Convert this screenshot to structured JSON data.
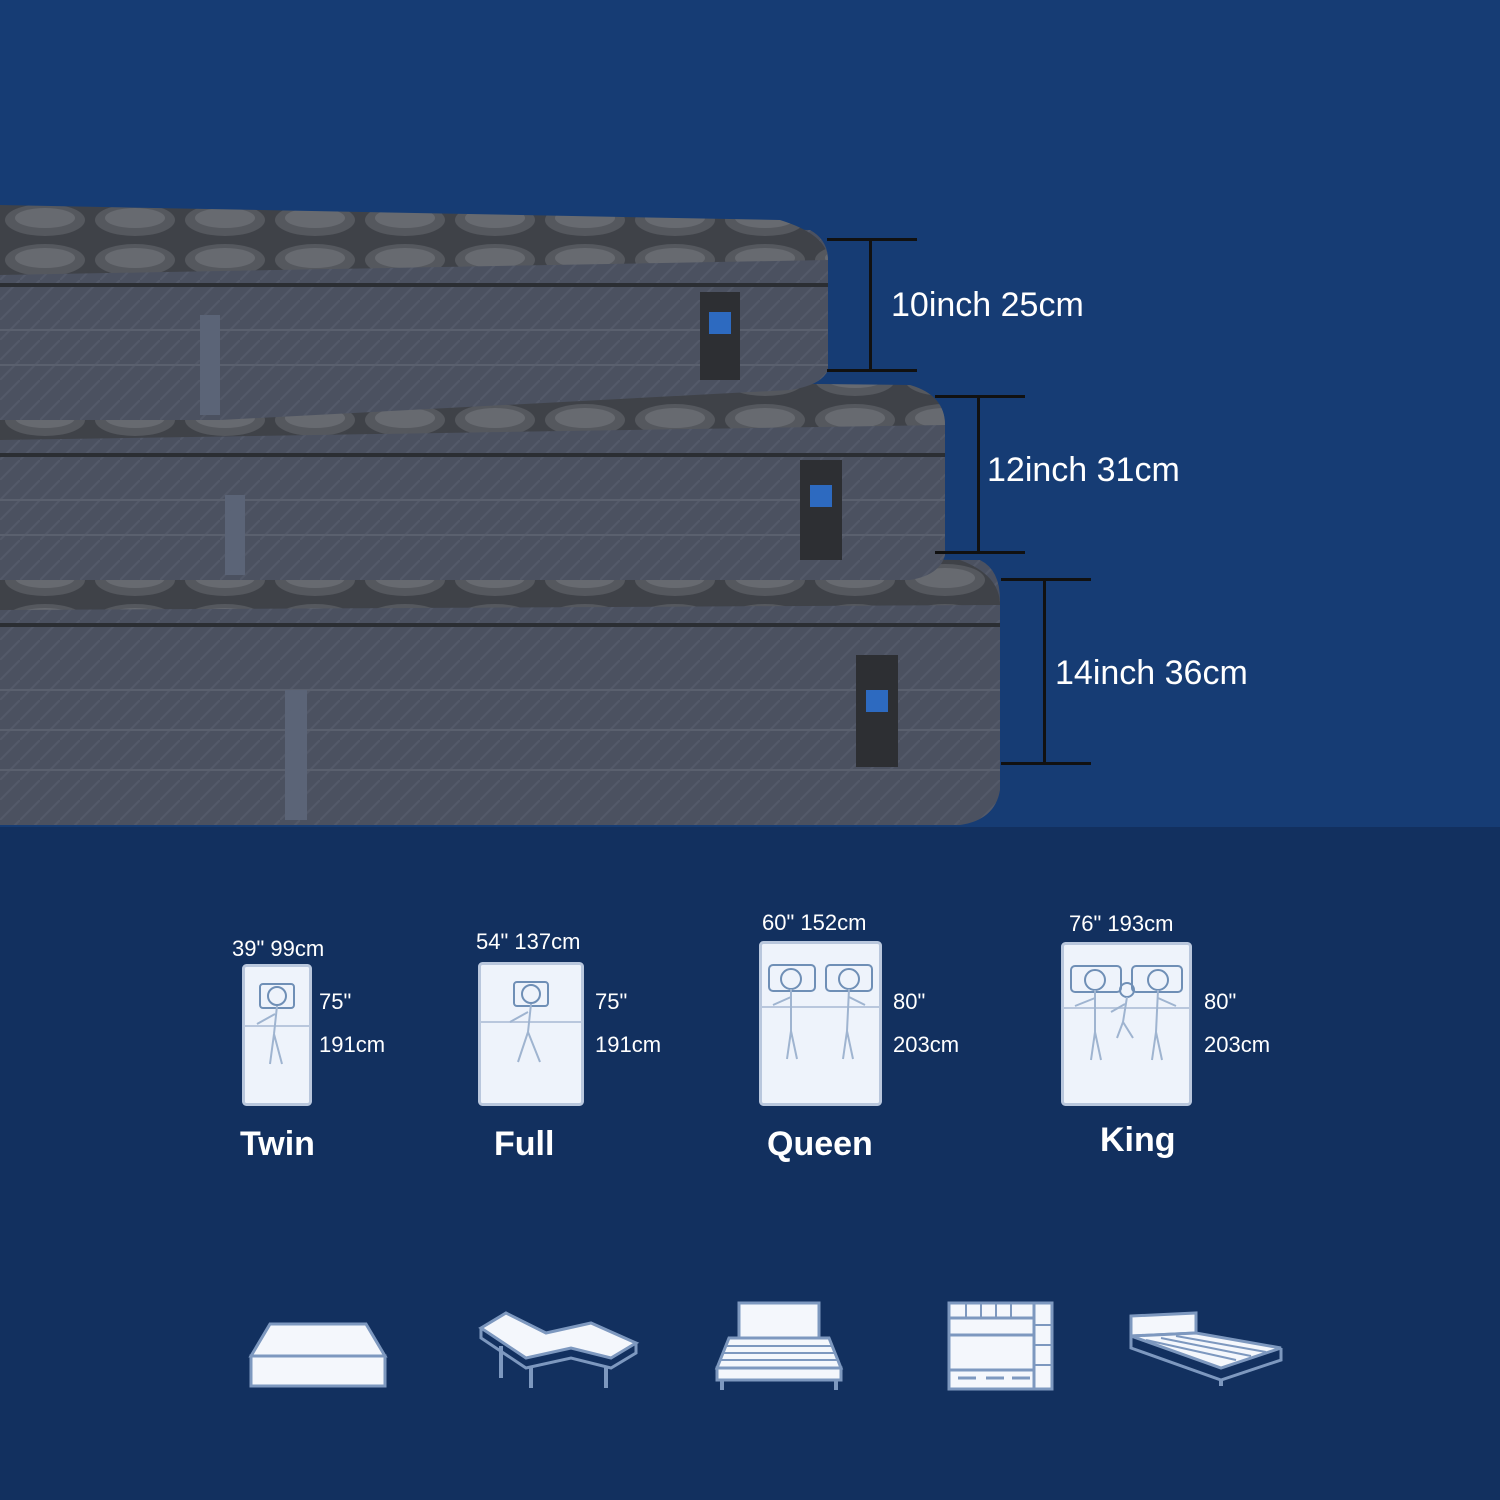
{
  "heights": [
    "10inch 25cm",
    "12inch 31cm",
    "14inch 36cm"
  ],
  "sizes": [
    {
      "name": "Twin",
      "width": "39\"  99cm",
      "length_in": "75\"",
      "length_cm": "191cm"
    },
    {
      "name": "Full",
      "width": "54\" 137cm",
      "length_in": "75\"",
      "length_cm": "191cm"
    },
    {
      "name": "Queen",
      "width": "60\" 152cm",
      "length_in": "80\"",
      "length_cm": "203cm"
    },
    {
      "name": "King",
      "width": "76\" 193cm",
      "length_in": "80\"",
      "length_cm": "203cm"
    }
  ],
  "bases": [
    "floor-base-icon",
    "adjustable-base-icon",
    "platform-bed-icon",
    "bunk-bed-icon",
    "low-frame-bed-icon"
  ],
  "colors": {
    "top_background": "#163c74",
    "bottom_background": "#12305f",
    "text": "#ffffff"
  }
}
